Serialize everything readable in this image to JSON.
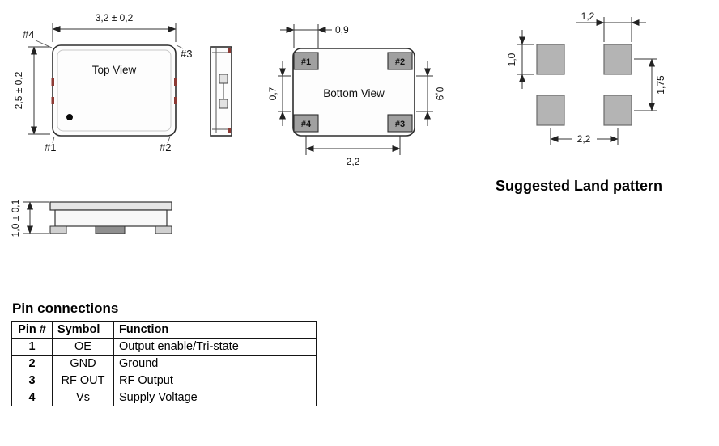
{
  "top_view": {
    "label": "Top View",
    "dim_width": "3,2 ± 0,2",
    "dim_height": "2,5 ± 0,2",
    "pin_labels": {
      "p1": "#1",
      "p2": "#2",
      "p3": "#3",
      "p4": "#4"
    }
  },
  "bottom_view": {
    "label": "Bottom View",
    "dim_pad_width": "0,9",
    "dim_pad_height": "0,7",
    "dim_right": "0,9",
    "dim_pitch": "2,2",
    "pad_labels": {
      "p1": "#1",
      "p2": "#2",
      "p3": "#3",
      "p4": "#4"
    }
  },
  "land_pattern": {
    "title": "Suggested Land pattern",
    "dim_pad_width": "1,2",
    "dim_pad_height": "1,0",
    "dim_vertical_pitch": "1,75",
    "dim_horizontal_pitch": "2,2"
  },
  "side_view": {
    "dim_height": "1,0 ± 0,1"
  },
  "pin_table": {
    "title": "Pin connections",
    "headers": {
      "pin": "Pin #",
      "symbol": "Symbol",
      "function": "Function"
    },
    "rows": [
      {
        "pin": "1",
        "symbol": "OE",
        "function": "Output enable/Tri-state"
      },
      {
        "pin": "2",
        "symbol": "GND",
        "function": "Ground"
      },
      {
        "pin": "3",
        "symbol": "RF OUT",
        "function": "RF Output"
      },
      {
        "pin": "4",
        "symbol": "Vs",
        "function": "Supply Voltage"
      }
    ]
  },
  "colors": {
    "pad_fill": "#a0a0a0",
    "land_pad_fill": "#b4b4b4",
    "line": "#333333"
  }
}
